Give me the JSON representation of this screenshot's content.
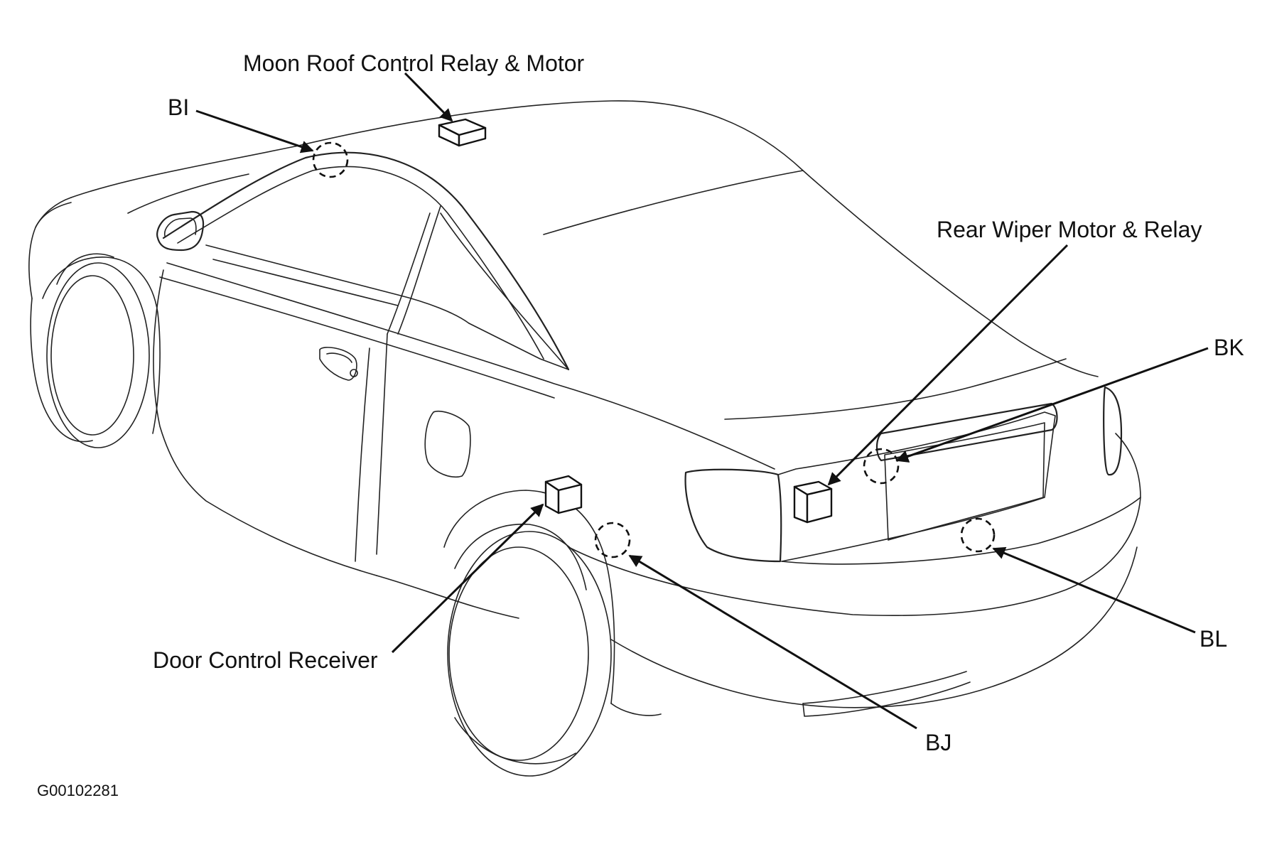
{
  "labels": {
    "moon_roof": "Moon Roof Control Relay & Motor",
    "bi": "BI",
    "rear_wiper": "Rear Wiper Motor & Relay",
    "bk": "BK",
    "bl": "BL",
    "door_control": "Door Control Receiver",
    "bj": "BJ"
  },
  "figure_code": "G00102281"
}
